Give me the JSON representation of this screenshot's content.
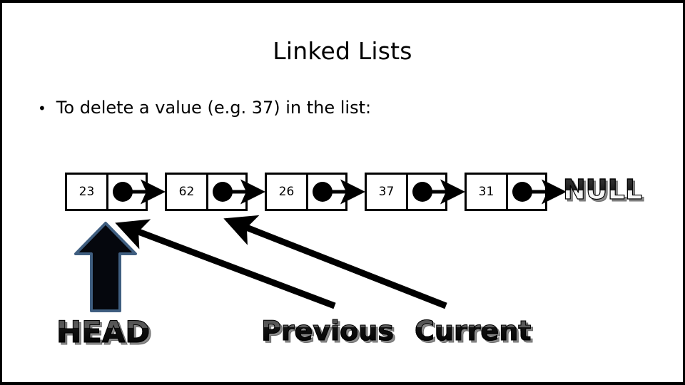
{
  "slide": {
    "title": "Linked Lists",
    "bullet_marker": "•",
    "bullet_text": "To delete a value (e.g. 37) in the list:"
  },
  "linked_list": {
    "nodes": [
      {
        "value": "23"
      },
      {
        "value": "62"
      },
      {
        "value": "26"
      },
      {
        "value": "37"
      },
      {
        "value": "31"
      }
    ],
    "terminator": "NULL"
  },
  "labels": {
    "head": "HEAD",
    "previous": "Previous",
    "current": "Current"
  },
  "colors": {
    "ink": "#000000",
    "background": "#ffffff",
    "block_arrow_outline": "#3f5e80",
    "wordart_highlight": "#c9c9c9"
  }
}
